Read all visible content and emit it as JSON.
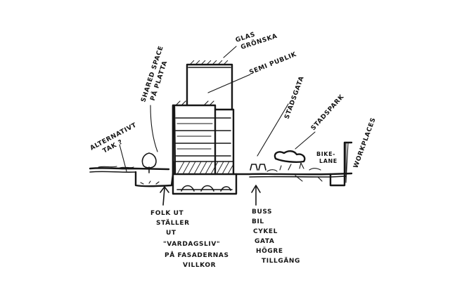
{
  "labels": {
    "glass_green": [
      "GLAS",
      "GRÖNSKA"
    ],
    "shared_space": [
      "SHARED SPACE",
      "PÅ PLATTA"
    ],
    "semi_public": [
      "SEMI PUBLIK"
    ],
    "city_street": [
      "STADSGATA"
    ],
    "city_park": [
      "STADSPARK"
    ],
    "alternative_roof": [
      "ALTERNATIVT",
      "TAK ?"
    ],
    "bike_lane": [
      "BIKE-",
      "LANE"
    ],
    "workplaces": [
      "WORKPLACES"
    ],
    "flows_left": [
      "FOLK UT",
      "STÄLLER",
      "UT",
      "\"VARDAGSLIV\"",
      "PÅ FASADERNAS",
      "VILLKOR"
    ],
    "flows_right": [
      "BUSS",
      "BIL",
      "CYKEL",
      "GATA",
      "HÖGRE",
      "TILLGÄNG"
    ]
  }
}
